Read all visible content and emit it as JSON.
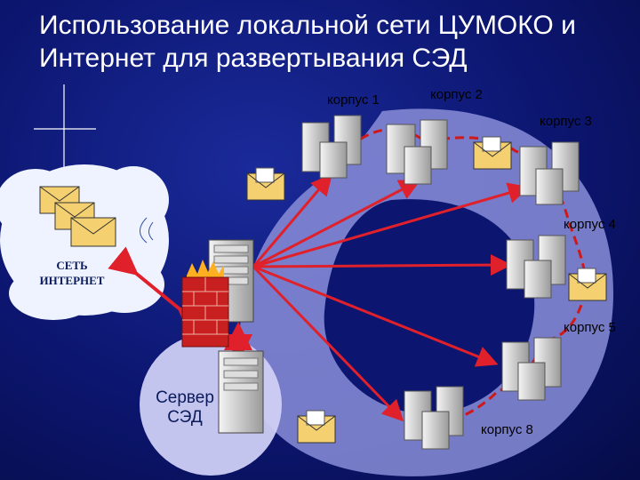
{
  "title": {
    "line1": "Использование локальной сети ЦУМОКО и",
    "line2": "Интернет для развертывания СЭД"
  },
  "nodes": {
    "building1": "корпус 1",
    "building2": "корпус 2",
    "building3": "корпус 3",
    "building4": "корпус 4",
    "building5": "корпус 5",
    "building8": "корпус 8"
  },
  "internet": {
    "line1": "СЕТЬ",
    "line2": "ИНТЕРНЕТ"
  },
  "server": {
    "line1": "Сервер",
    "line2": "СЭД"
  },
  "colors": {
    "background": "#0c1670",
    "ring": "#8a8ed8",
    "link": "#e0202a",
    "dashed_path": "#d01818",
    "cloud": "#eef3ff",
    "server_bubble": "#cfcff5"
  }
}
